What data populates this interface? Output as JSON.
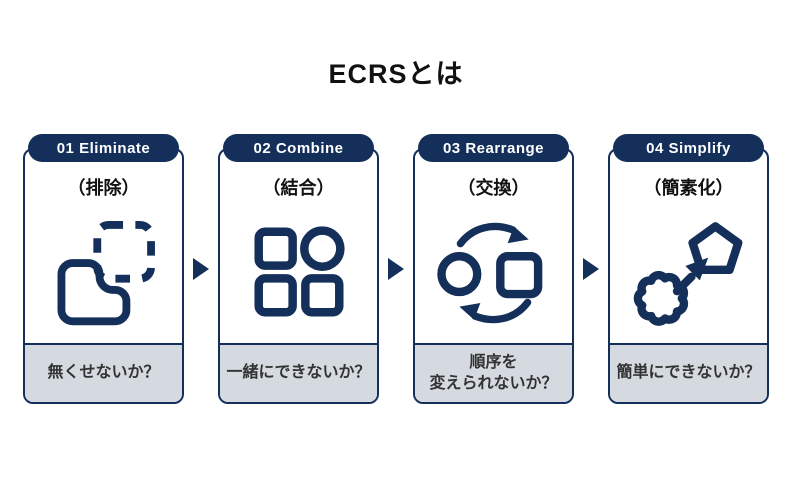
{
  "title": "ECRSとは",
  "colors": {
    "navy": "#14305a",
    "footer_bg": "#d4dadf",
    "card_bg": "#ffffff",
    "footer_text": "#333333",
    "pill_text": "#ffffff"
  },
  "cards": [
    {
      "number_label": "01 Eliminate",
      "subtitle": "（排除）",
      "question": "無くせないか？",
      "icon": "eliminate-icon"
    },
    {
      "number_label": "02 Combine",
      "subtitle": "（結合）",
      "question": "一緒にできないか？",
      "icon": "combine-icon"
    },
    {
      "number_label": "03 Rearrange",
      "subtitle": "（交換）",
      "question": "順序を\n変えられないか？",
      "icon": "rearrange-icon"
    },
    {
      "number_label": "04 Simplify",
      "subtitle": "（簡素化）",
      "question": "簡単にできないか？",
      "icon": "simplify-icon"
    }
  ],
  "arrow_icon": "right-triangle-arrow"
}
